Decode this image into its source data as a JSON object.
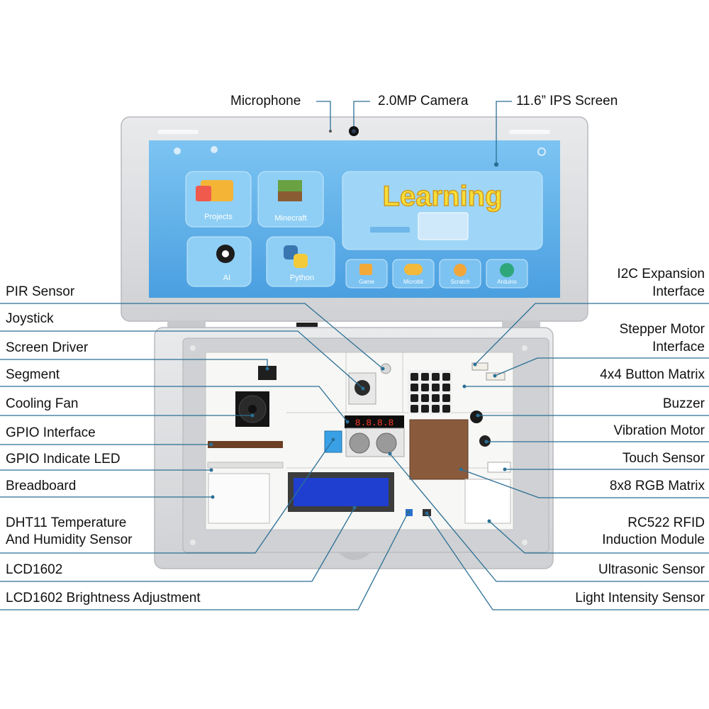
{
  "top_labels": {
    "microphone": "Microphone",
    "camera": "2.0MP Camera",
    "screen": "11.6” IPS Screen"
  },
  "left_labels": {
    "pir": "PIR Sensor",
    "joystick": "Joystick",
    "screen_driver": "Screen Driver",
    "segment": "Segment",
    "cooling_fan": "Cooling Fan",
    "gpio_interface": "GPIO Interface",
    "gpio_led": "GPIO Indicate LED",
    "breadboard": "Breadboard",
    "dht11_line1": "DHT11 Temperature",
    "dht11_line2": "And Humidity Sensor",
    "lcd1602": "LCD1602",
    "lcd_brightness": "LCD1602 Brightness Adjustment"
  },
  "right_labels": {
    "i2c_line1": "I2C Expansion",
    "i2c_line2": "Interface",
    "stepper_line1": "Stepper Motor",
    "stepper_line2": "Interface",
    "button_matrix": "4x4 Button Matrix",
    "buzzer": "Buzzer",
    "vibration": "Vibration Motor",
    "touch": "Touch Sensor",
    "rgb_matrix": "8x8 RGB Matrix",
    "rfid_line1": "RC522 RFID",
    "rfid_line2": "Induction Module",
    "ultrasonic": "Ultrasonic Sensor",
    "light": "Light Intensity Sensor"
  },
  "screen_ui": {
    "apps": [
      "Projects",
      "Minecraft",
      "AI",
      "Python"
    ],
    "banner": "Learning",
    "small_apps": [
      "Game",
      "Microbit",
      "Scratch",
      "Arduino"
    ]
  },
  "board_text": {
    "segment_display": "8.8.8.8"
  },
  "colors": {
    "leader": "#2a6f95",
    "shell": "#d9dadc",
    "screen": "#5fb0ec"
  }
}
